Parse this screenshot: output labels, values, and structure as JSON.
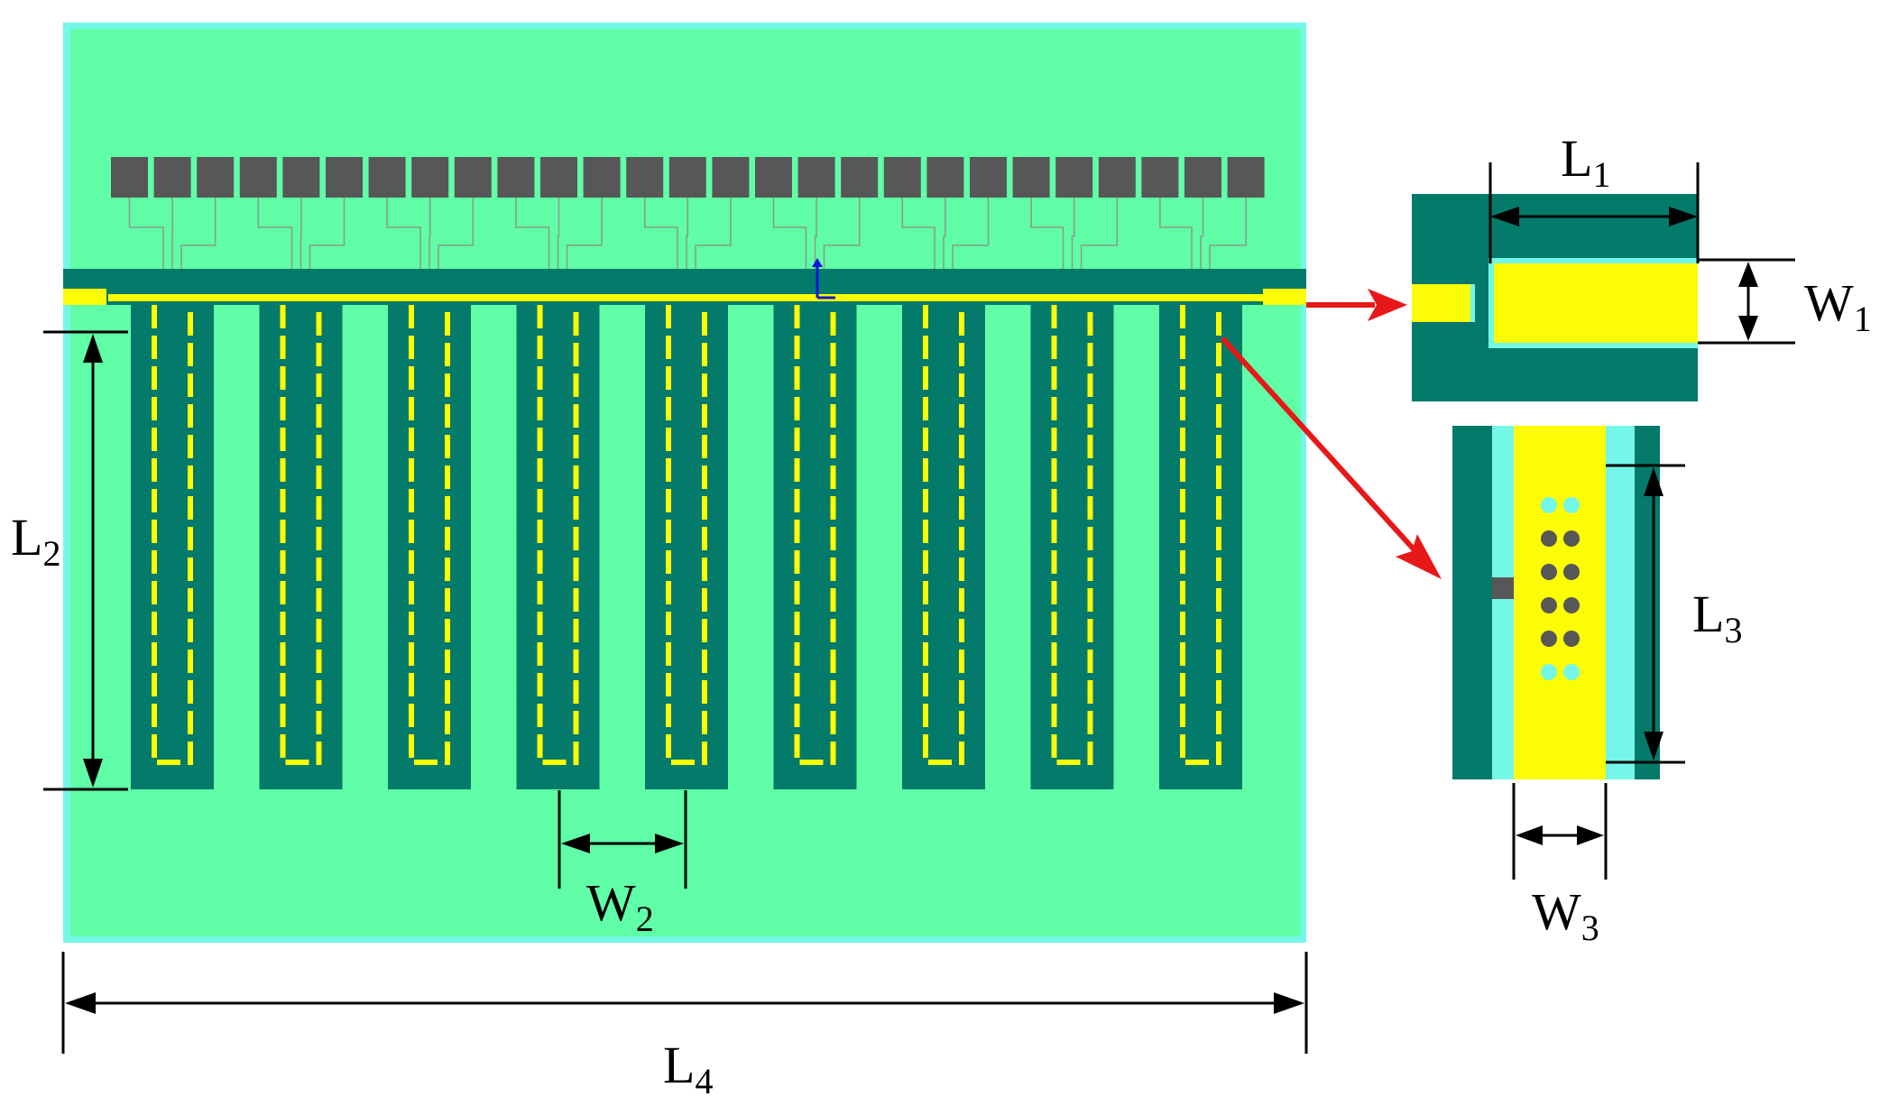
{
  "labels": {
    "L1": {
      "base": "L",
      "sub": "1"
    },
    "L2": {
      "base": "L",
      "sub": "2"
    },
    "L3": {
      "base": "L",
      "sub": "3"
    },
    "L4": {
      "base": "L",
      "sub": "4"
    },
    "W1": {
      "base": "W",
      "sub": "1"
    },
    "W2": {
      "base": "W",
      "sub": "2"
    },
    "W3": {
      "base": "W",
      "sub": "3"
    }
  },
  "structure": {
    "pad_count": 27,
    "finger_count": 9,
    "via_rows": 6,
    "via_columns": 2
  },
  "colors": {
    "substrate": "#5ffea7",
    "substrate_edge": "#74f7e8",
    "ground": "#047a6a",
    "strip": "#fcfd04",
    "pad": "#575757",
    "arrow": "#e81818",
    "dimension": "#000000",
    "axis_marker": "#1414d8"
  }
}
